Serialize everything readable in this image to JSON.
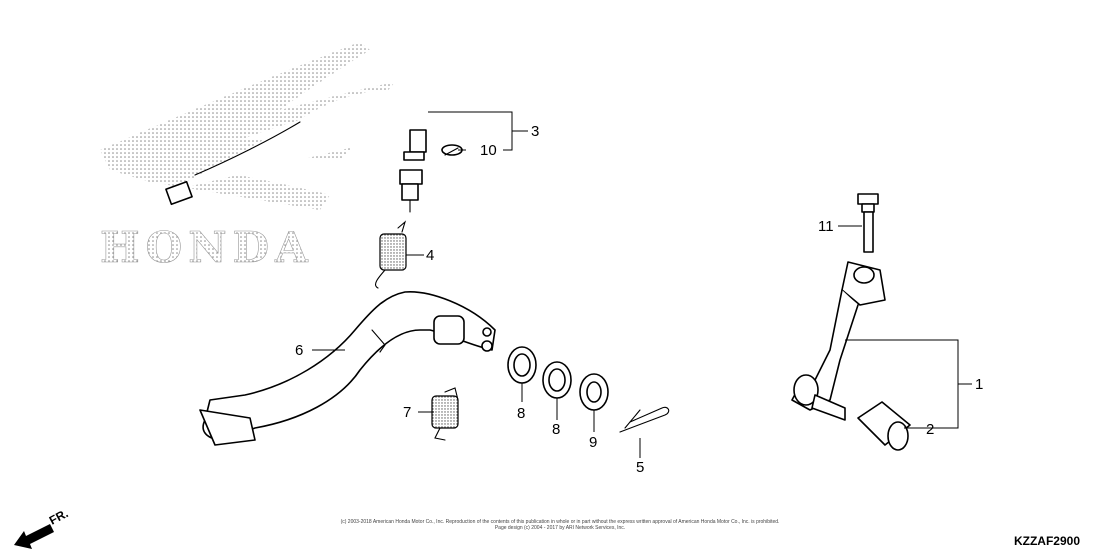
{
  "watermark": {
    "brand": "HONDA"
  },
  "callouts": [
    {
      "id": "c1",
      "label": "1"
    },
    {
      "id": "c2",
      "label": "2"
    },
    {
      "id": "c3",
      "label": "3"
    },
    {
      "id": "c4",
      "label": "4"
    },
    {
      "id": "c5",
      "label": "5"
    },
    {
      "id": "c6",
      "label": "6"
    },
    {
      "id": "c7",
      "label": "7"
    },
    {
      "id": "c8a",
      "label": "8"
    },
    {
      "id": "c8b",
      "label": "8"
    },
    {
      "id": "c9",
      "label": "9"
    },
    {
      "id": "c10",
      "label": "10"
    },
    {
      "id": "c11",
      "label": "11"
    }
  ],
  "direction_label": "FR.",
  "copyright": {
    "line1": "(c) 2003-2018 American Honda Motor Co., Inc. Reproduction of the contents of this publication in whole or in part without the express written approval of American Honda Motor Co., Inc. is prohibited.",
    "line2": "Page design (c) 2004 - 2017 by ARI Network Services, Inc."
  },
  "diagram_code": "KZZAF2900"
}
